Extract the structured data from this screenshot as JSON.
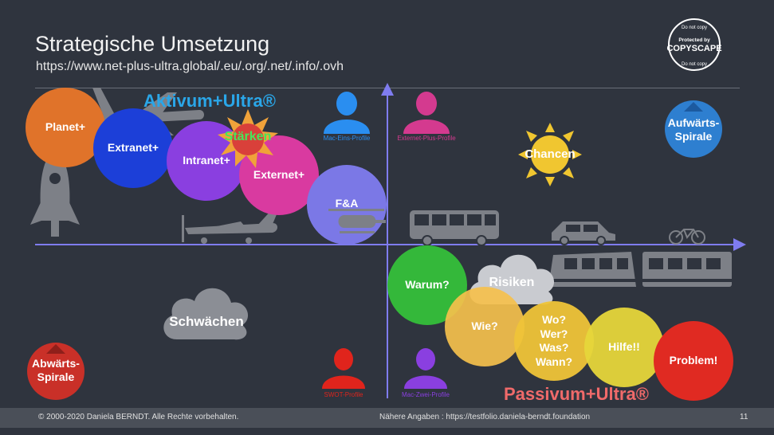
{
  "header": {
    "title": "Strategische Umsetzung",
    "url": "https://www.net-plus-ultra.global/.eu/.org/.net/.info/.ovh"
  },
  "badge": {
    "top": "Do not copy",
    "middle_small": "Protected by",
    "middle_big": "COPYSCAPE",
    "bottom": "Do not copy"
  },
  "quadrant_labels": {
    "aktivum": "Aktivum+Ultra®",
    "passivum": "Passivum+Ultra®",
    "staerken": "Stärken",
    "chancen": "Chancen",
    "schwaechen": "Schwächen",
    "risiken": "Risiken"
  },
  "spirals": {
    "up": "Aufwärts-\nSpirale",
    "down": "Abwärts-\nSpirale"
  },
  "circles": {
    "planet": "Planet+",
    "extranet": "Extranet+",
    "intranet": "Intranet+",
    "externet": "Externet+",
    "fa": "F&A",
    "warum": "Warum?",
    "wie": "Wie?",
    "wo": "Wo?\nWer?\nWas?\nWann?",
    "hilfe": "Hilfe!!",
    "problem": "Problem!"
  },
  "profiles": {
    "mac_eins": "Mac-Eins-Profile",
    "externet_plus": "Externet-Plus-Profile",
    "swot": "SWOT-Profile",
    "mac_zwei": "Mac-Zwei-Profile"
  },
  "footer": {
    "copyright": "© 2000-2020 Daniela BERNDT. Alle Rechte vorbehalten.",
    "info": "Nähere Angaben : https://testfolio.daniela-berndt.foundation",
    "page": "11"
  },
  "colors": {
    "background": "#2f343e",
    "planet": "#e0732a",
    "extranet": "#1c3fd8",
    "intranet": "#8a3fe0",
    "externet": "#d93aa0",
    "fa": "#7b78e6",
    "warum": "#34b83a",
    "wie": "#f5c04c",
    "wo": "#efc438",
    "hilfe": "#e6d63a",
    "problem": "#e02a22",
    "aktivum": "#2aa6e8",
    "passivum": "#f06a6a",
    "staerken": "#47e65a",
    "axis": "#7f7cf0"
  }
}
